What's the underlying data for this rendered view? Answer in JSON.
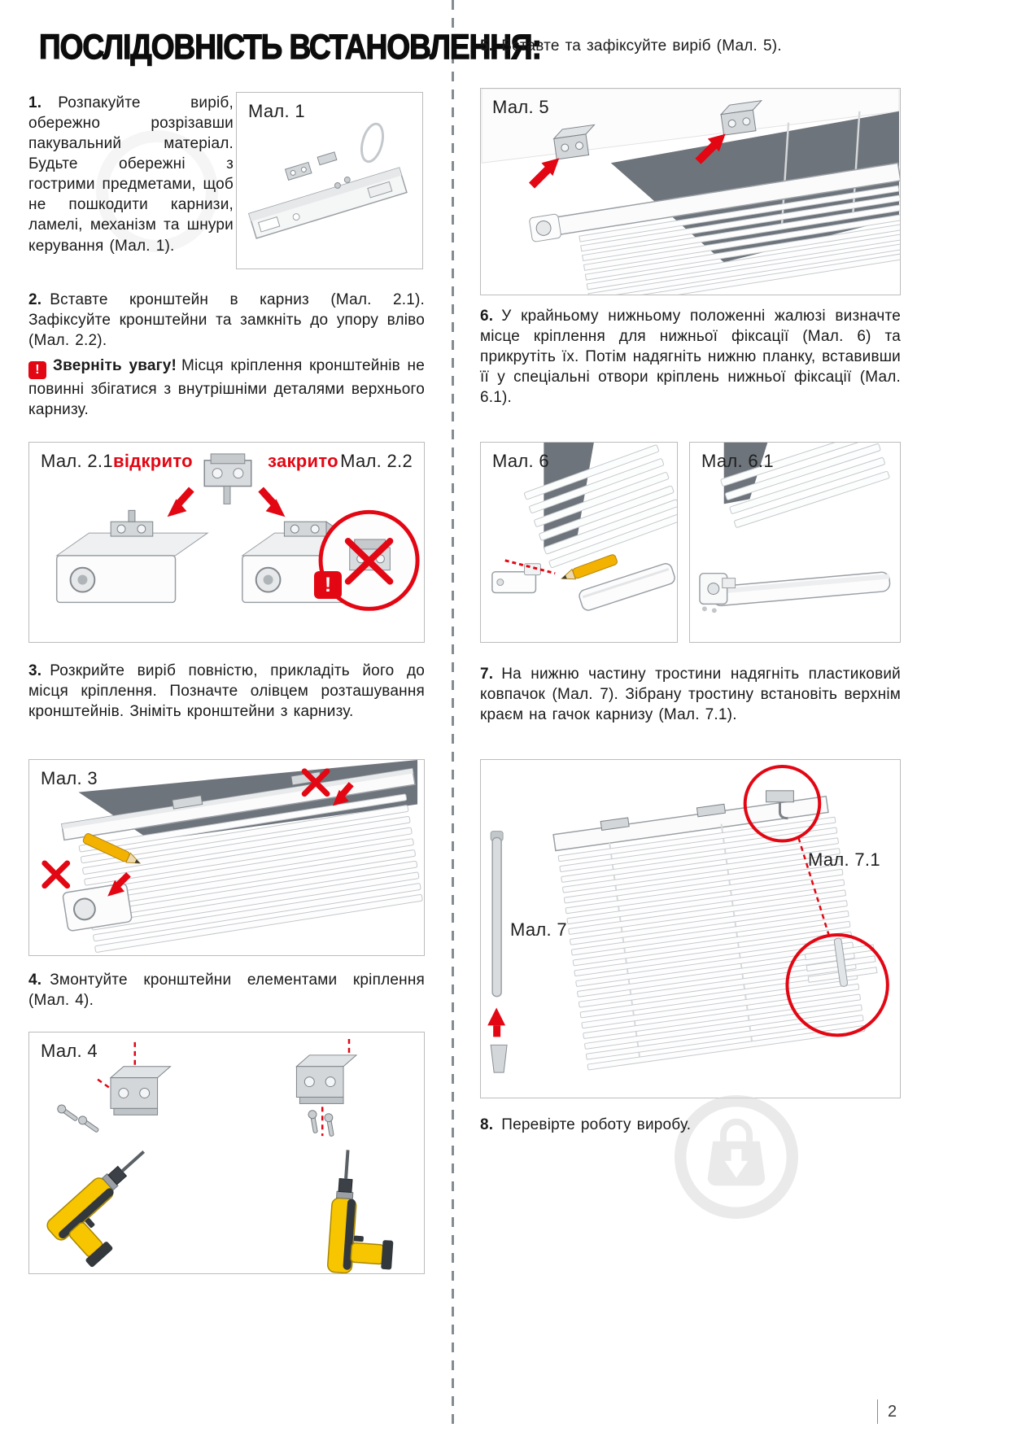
{
  "document": {
    "title": "ПОСЛІДОВНІСТЬ ВСТАНОВЛЕННЯ:",
    "page_number": "2"
  },
  "colors": {
    "accent_red": "#e30613",
    "body_text": "#1a1a1a",
    "figure_border": "#bcbcbc",
    "window_gray": "#6e747b",
    "drill_yellow": "#f7c600",
    "pencil_yellow": "#f3b200"
  },
  "steps": {
    "s1": {
      "num": "1.",
      "text": "Розпакуйте виріб, обережно розрізавши пакувальний матеріал. Будьте обережні з гострими предметами, щоб не пошкодити карнизи, ламелі, механізм та шнури керування (Мал. 1)."
    },
    "s2": {
      "num": "2.",
      "text": "Вставте кронштейн в карниз (Мал. 2.1). Зафіксуйте кронштейни та замкніть до упору вліво (Мал. 2.2).",
      "warning_mark": "!",
      "warning_lead": "Зверніть увагу!",
      "warning_text": "Місця кріплення кронштейнів не повинні збігатися з внутрішніми деталями верхнього карнизу."
    },
    "s3": {
      "num": "3.",
      "text": "Розкрийте виріб повністю, прикладіть його до місця кріплення. Позначте олівцем розташування кронштейнів. Зніміть кронштейни з карнизу."
    },
    "s4": {
      "num": "4.",
      "text": "Змонтуйте кронштейни елементами кріплення (Мал. 4)."
    },
    "s5": {
      "num": "5.",
      "text": "Вставте та зафіксуйте виріб (Мал. 5)."
    },
    "s6": {
      "num": "6.",
      "text": "У крайньому нижньому положенні жалюзі визначте місце кріплення для нижньої фіксації (Мал. 6) та прикрутіть їх. Потім надягніть нижню планку, вставивши її у спеціальні отвори кріплень нижньої фіксації (Мал. 6.1)."
    },
    "s7": {
      "num": "7.",
      "text": "На нижню частину тростини надягніть пластиковий ковпачок (Мал. 7). Зібрану тростину встановіть верхнім краєм на гачок карнизу (Мал. 7.1)."
    },
    "s8": {
      "num": "8.",
      "text": "Перевірте роботу виробу."
    }
  },
  "figures": {
    "fig1": {
      "label": "Мал. 1"
    },
    "fig2": {
      "label_left": "Мал. 2.1",
      "state_open": "відкрито",
      "state_closed": "закрито",
      "label_right": "Мал. 2.2",
      "alert_mark": "!"
    },
    "fig3": {
      "label": "Мал. 3"
    },
    "fig4": {
      "label": "Мал. 4"
    },
    "fig5": {
      "label": "Мал. 5"
    },
    "fig6": {
      "label": "Мал. 6"
    },
    "fig6_1": {
      "label": "Мал. 6.1"
    },
    "fig7": {
      "label": "Мал. 7",
      "label_detail": "Мал. 7.1"
    }
  }
}
